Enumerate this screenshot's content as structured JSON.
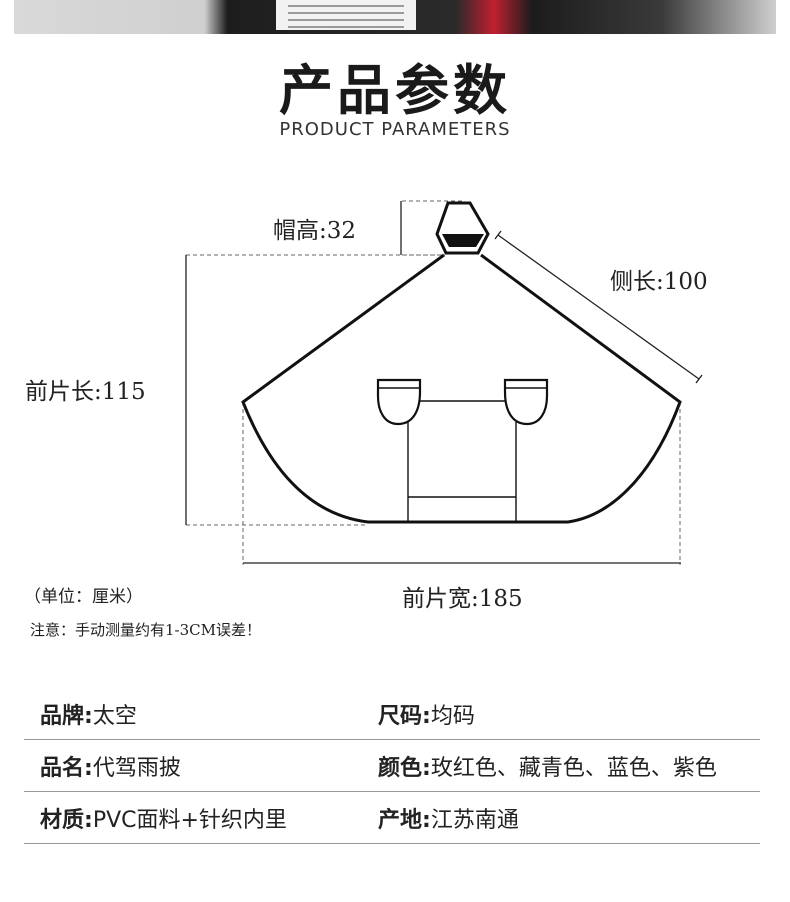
{
  "header": {
    "title": "产品参数",
    "subtitle": "PRODUCT PARAMETERS"
  },
  "dimensions": {
    "hood_height": "帽高:32",
    "side_length": "侧长:100",
    "front_length": "前片长:115",
    "front_width": "前片宽:185"
  },
  "notes": {
    "unit": "（单位：厘米）",
    "warning": "注意：手动测量约有1-3CM误差！"
  },
  "params": [
    {
      "left_label": "品牌:",
      "left_value": "太空",
      "right_label": "尺码:",
      "right_value": "均码"
    },
    {
      "left_label": "品名:",
      "left_value": "代驾雨披",
      "right_label": "颜色:",
      "right_value": "玫红色、藏青色、蓝色、紫色"
    },
    {
      "left_label": "材质:",
      "left_value": "PVC面料+针织内里",
      "right_label": "产地:",
      "right_value": "江苏南通"
    }
  ],
  "icons": {
    "raincoat_diagram": "raincoat-outline-icon"
  }
}
